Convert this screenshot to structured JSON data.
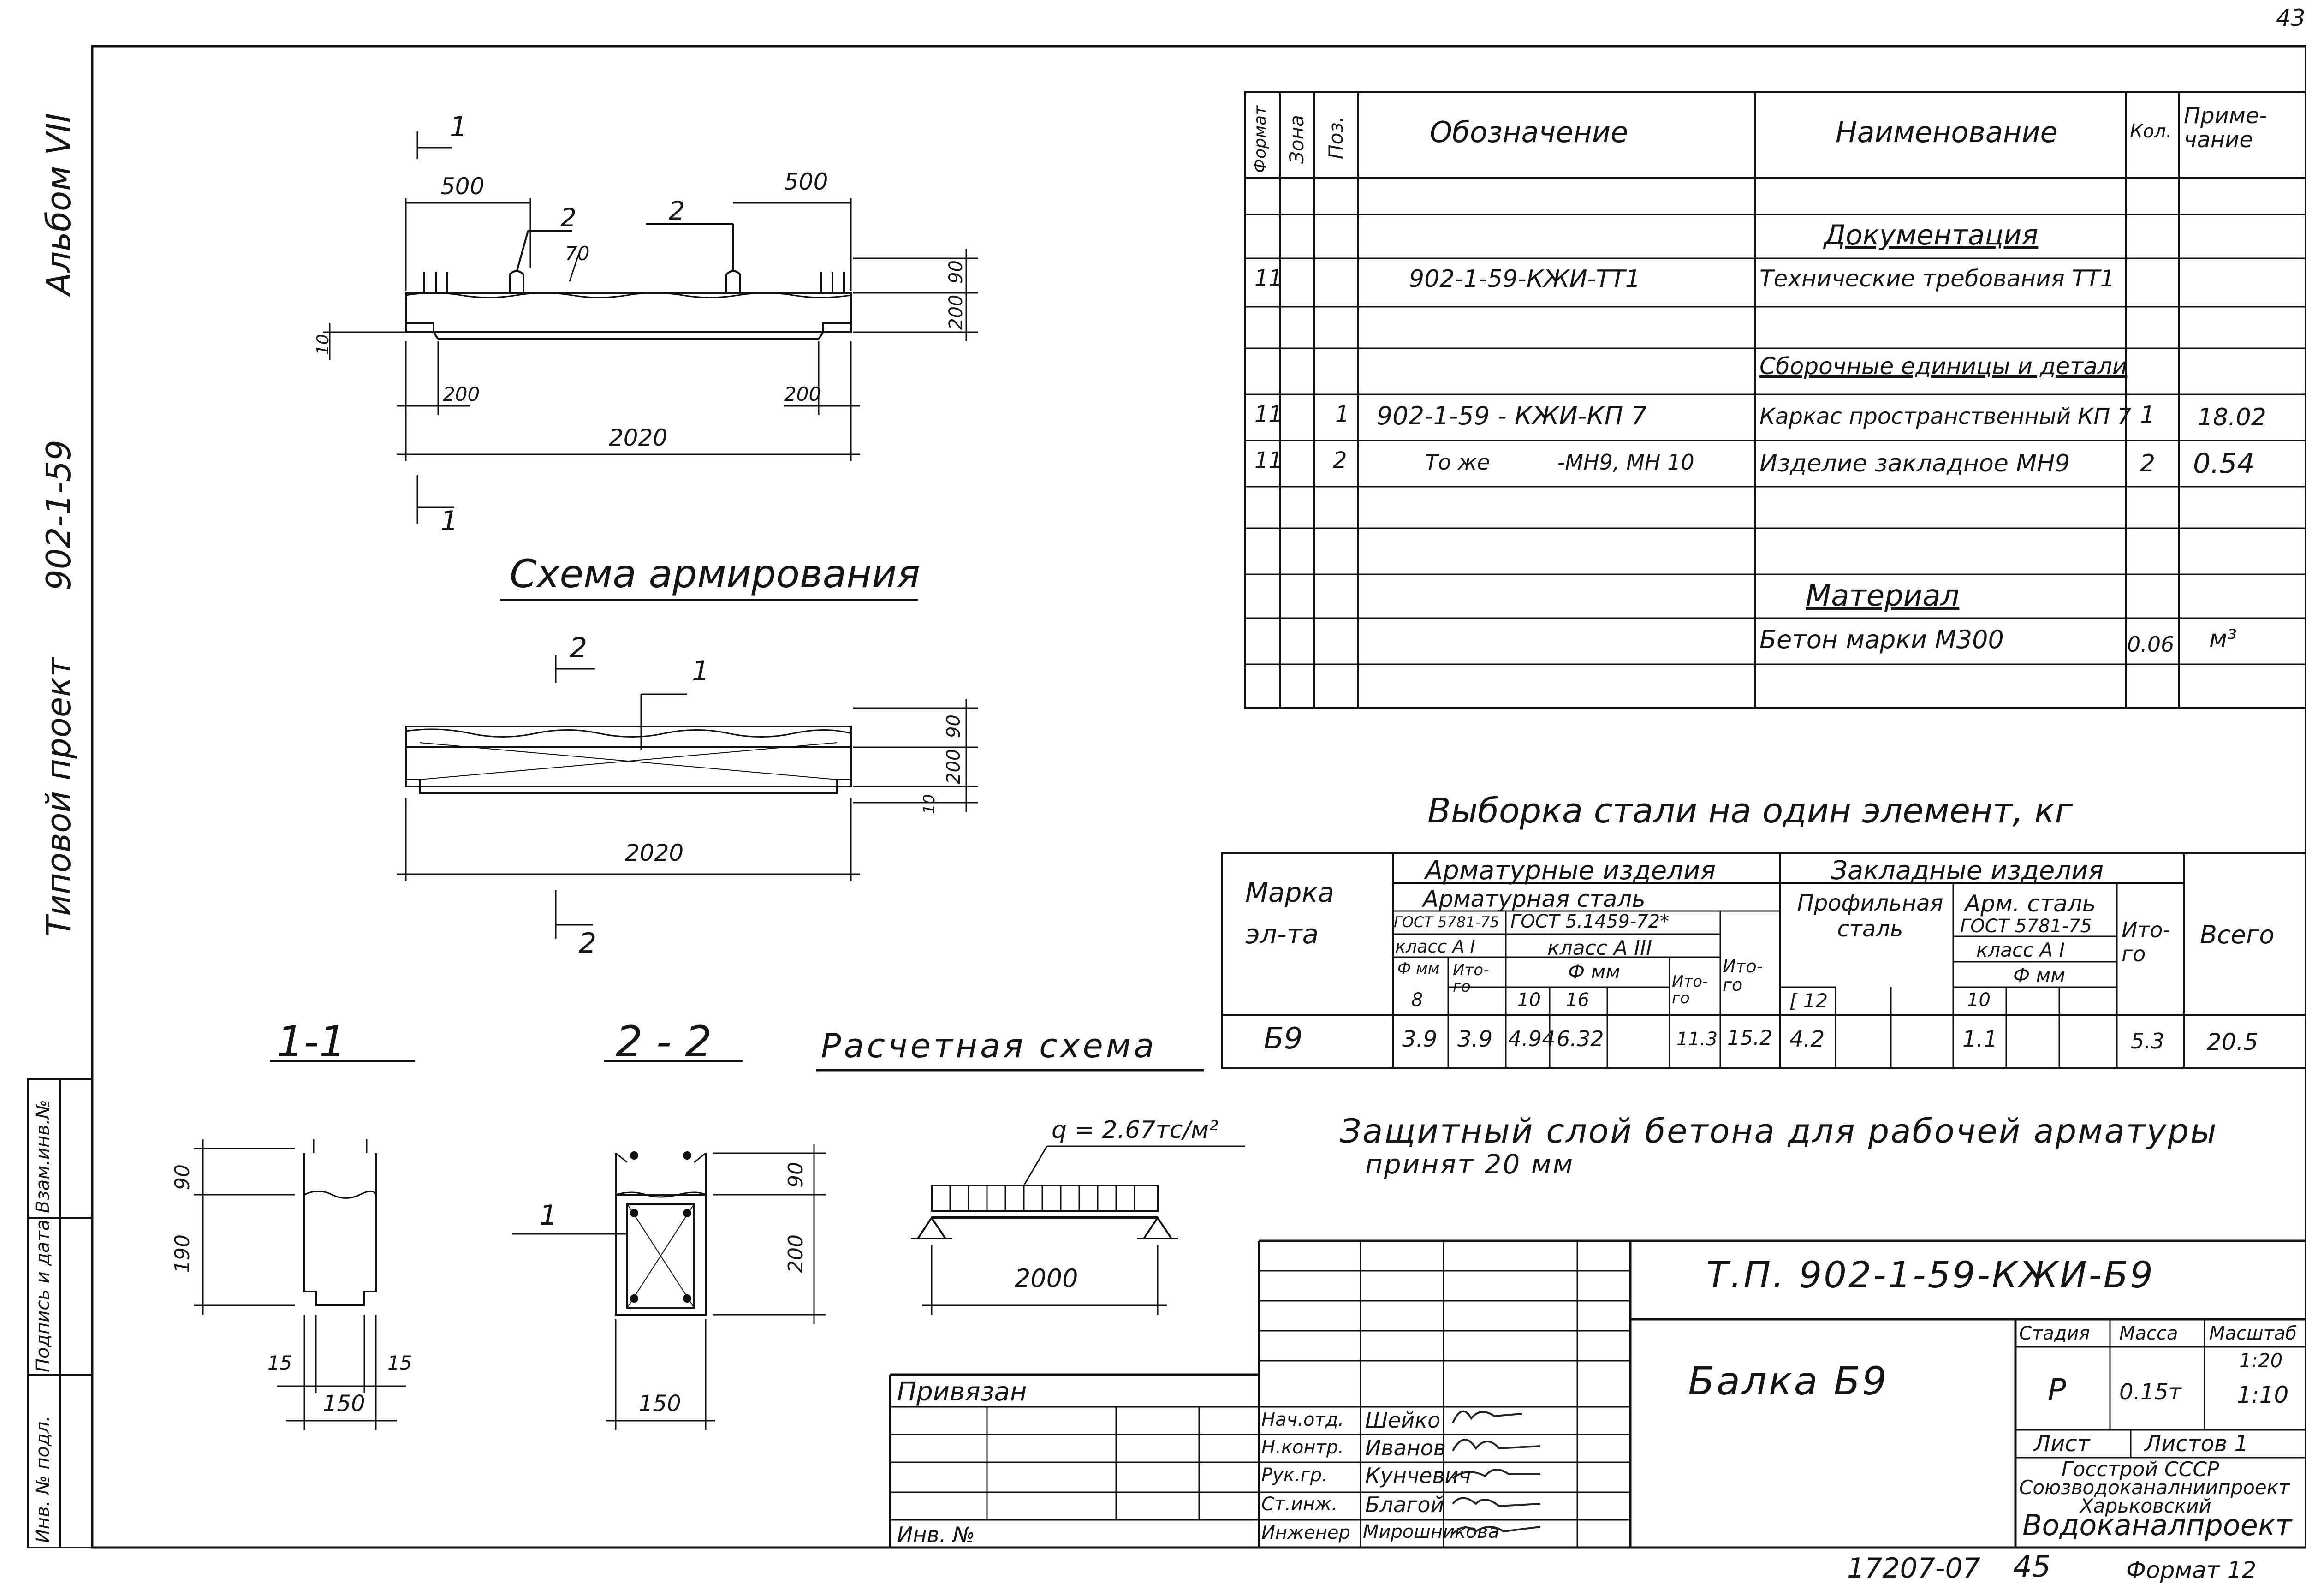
{
  "page_number_corner": "43",
  "side_labels": {
    "album": "Альбом VII",
    "project_code": "902-1-59",
    "project_type": "Типовой проект"
  },
  "side_stamp": {
    "inv_orig": "Инв. № подл.",
    "sign_date": "Подпись и дата",
    "vzam": "Взам.инв.№"
  },
  "drawing": {
    "elevation": {
      "section_mark": "1",
      "dim_500_left": "500",
      "dim_500_right": "500",
      "pos_2_left": "2",
      "pos_2_right": "2",
      "dim_70": "70",
      "dim_90": "90",
      "dim_200": "200",
      "dim_10": "10",
      "dim_200_left": "200",
      "dim_200_right": "200",
      "dim_2020": "2020"
    },
    "scheme_title": "Схема армирования",
    "plan": {
      "section_mark_2": "2",
      "pos_1": "1",
      "dim_90": "90",
      "dim_200": "200",
      "dim_10": "10",
      "dim_2020": "2020",
      "section_mark_bottom": "2"
    },
    "section_11_title": "1-1",
    "section_22_title": "2 - 2",
    "calc_scheme_title": "Расчетная схема",
    "section_11": {
      "dim_90": "90",
      "dim_190": "190",
      "dim_15a": "15",
      "dim_15b": "15",
      "dim_150": "150"
    },
    "section_22": {
      "pos_1": "1",
      "dim_90": "90",
      "dim_200": "200",
      "dim_150": "150"
    },
    "calc": {
      "load": "q = 2.67тс/м²",
      "span": "2000"
    }
  },
  "spec_table": {
    "headers": {
      "format": "Формат",
      "zone": "Зона",
      "pos": "Поз.",
      "designation": "Обозначение",
      "name": "Наименование",
      "qty": "Кол.",
      "note": "Приме-чание"
    },
    "rows": [
      {
        "format": "",
        "pos": "",
        "designation": "",
        "name": "Документация",
        "qty": "",
        "note": "",
        "heading": true
      },
      {
        "format": "11",
        "pos": "",
        "designation": "902-1-59-КЖИ-ТТ1",
        "name": "Технические требования ТТ1",
        "qty": "",
        "note": ""
      },
      {
        "format": "",
        "pos": "",
        "designation": "",
        "name": "Сборочные единицы и детали",
        "qty": "",
        "note": "",
        "heading": true
      },
      {
        "format": "11",
        "pos": "1",
        "designation": "902-1-59 - КЖИ-КП 7",
        "name": "Каркас пространственный КП 7",
        "qty": "1",
        "note": "18.02"
      },
      {
        "format": "11",
        "pos": "2",
        "designation": "То же          -МН9, МН 10",
        "name": "Изделие закладное МН9",
        "qty": "2",
        "note": "0.54"
      },
      {
        "format": "",
        "pos": "",
        "designation": "",
        "name": "Материал",
        "qty": "",
        "note": "",
        "heading": true
      },
      {
        "format": "",
        "pos": "",
        "designation": "",
        "name": "Бетон марки М300",
        "qty": "0.06",
        "note": "м³"
      }
    ]
  },
  "steel_table": {
    "title": "Выборка стали на один элемент, кг",
    "mark_header": "Марка эл-та",
    "reinf_items": "Арматурные изделия",
    "reinf_steel": "Арматурная сталь",
    "gost_a1": "ГОСТ 5781-75",
    "gost_a3": "ГОСТ 5.1459-72*",
    "class_a1": "класс А I",
    "class_a3": "класс А III",
    "phi_mm": "Ф мм",
    "phi_mm_a3": "Ф мм",
    "total_sub": "Ито-го",
    "embedded": "Закладные изделия",
    "profile_steel": "Профильная сталь",
    "arm_steel": "Арм. сталь",
    "gost_emb": "ГОСТ 5781-75",
    "class_emb": "класс А I",
    "phi_emb": "Ф мм",
    "c12": "[ 12",
    "d8": "8",
    "d10": "10",
    "d16": "16",
    "d10_emb": "10",
    "grand_total": "Всего",
    "row": {
      "mark": "Б9",
      "a1_8": "3.9",
      "a1_total": "3.9",
      "a3_10": "4.94",
      "a3_16": "6.32",
      "a3_total": "11.3",
      "reinf_total": "15.2",
      "c12": "4.2",
      "emb_10": "1.1",
      "emb_total": "5.3",
      "all_total": "20.5"
    }
  },
  "note_text": {
    "line1": "Защитный слой бетона для рабочей арматуры",
    "line2": "принят 20 мм"
  },
  "title_block": {
    "code": "Т.П. 902-1-59-КЖИ-Б9",
    "name": "Балка Б9",
    "privyazan": "Привязан",
    "inv_no": "Инв. № ",
    "stage_label": "Стадия",
    "mass_label": "Масса",
    "scale_label": "Масштаб",
    "stage": "Р",
    "mass": "0.15т",
    "scale1": "1:20",
    "scale2": "1:10",
    "sheet_label": "Лист",
    "sheets_label": "Листов 1",
    "org1": "Госстрой СССР",
    "org2": "Союзводоканалниипроект",
    "org3": "Харьковский",
    "org4": "Водоканалпроект",
    "staff": [
      {
        "role": "Нач.отд.",
        "name": "Шейко"
      },
      {
        "role": "Н.контр.",
        "name": "Иванов"
      },
      {
        "role": "Рук.гр.",
        "name": "Кунчевич"
      },
      {
        "role": "Ст.инж.",
        "name": "Благой"
      },
      {
        "role": "Инженер",
        "name": "Мирошникова"
      }
    ]
  },
  "footer": {
    "archive_no": "17207-07",
    "sheet_no": "45",
    "format": "Формат 12"
  }
}
